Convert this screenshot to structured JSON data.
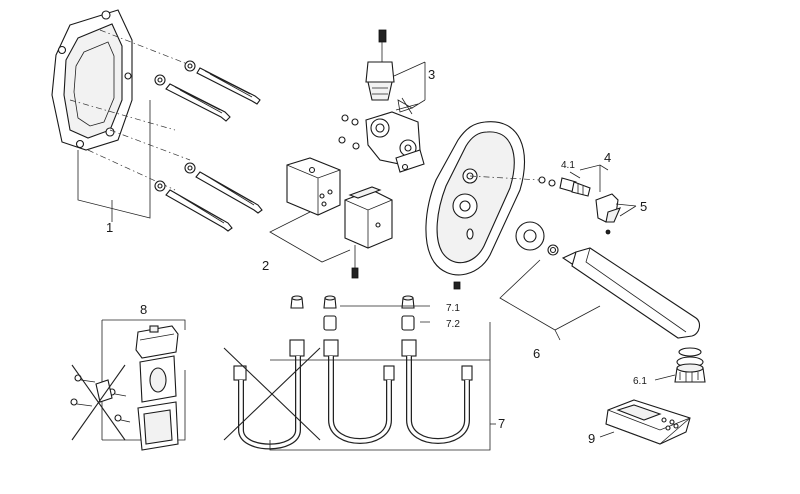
{
  "labels": {
    "frame": "1",
    "power_supply": "2",
    "solenoid": "3",
    "handle": "4",
    "handle_sub": "4.1",
    "lever": "5",
    "spout": "6",
    "aerator": "6.1",
    "hoses": "7",
    "hose_cap": "7.1",
    "hose_sleeve": "7.2",
    "extension_kit": "8",
    "remote": "9"
  }
}
